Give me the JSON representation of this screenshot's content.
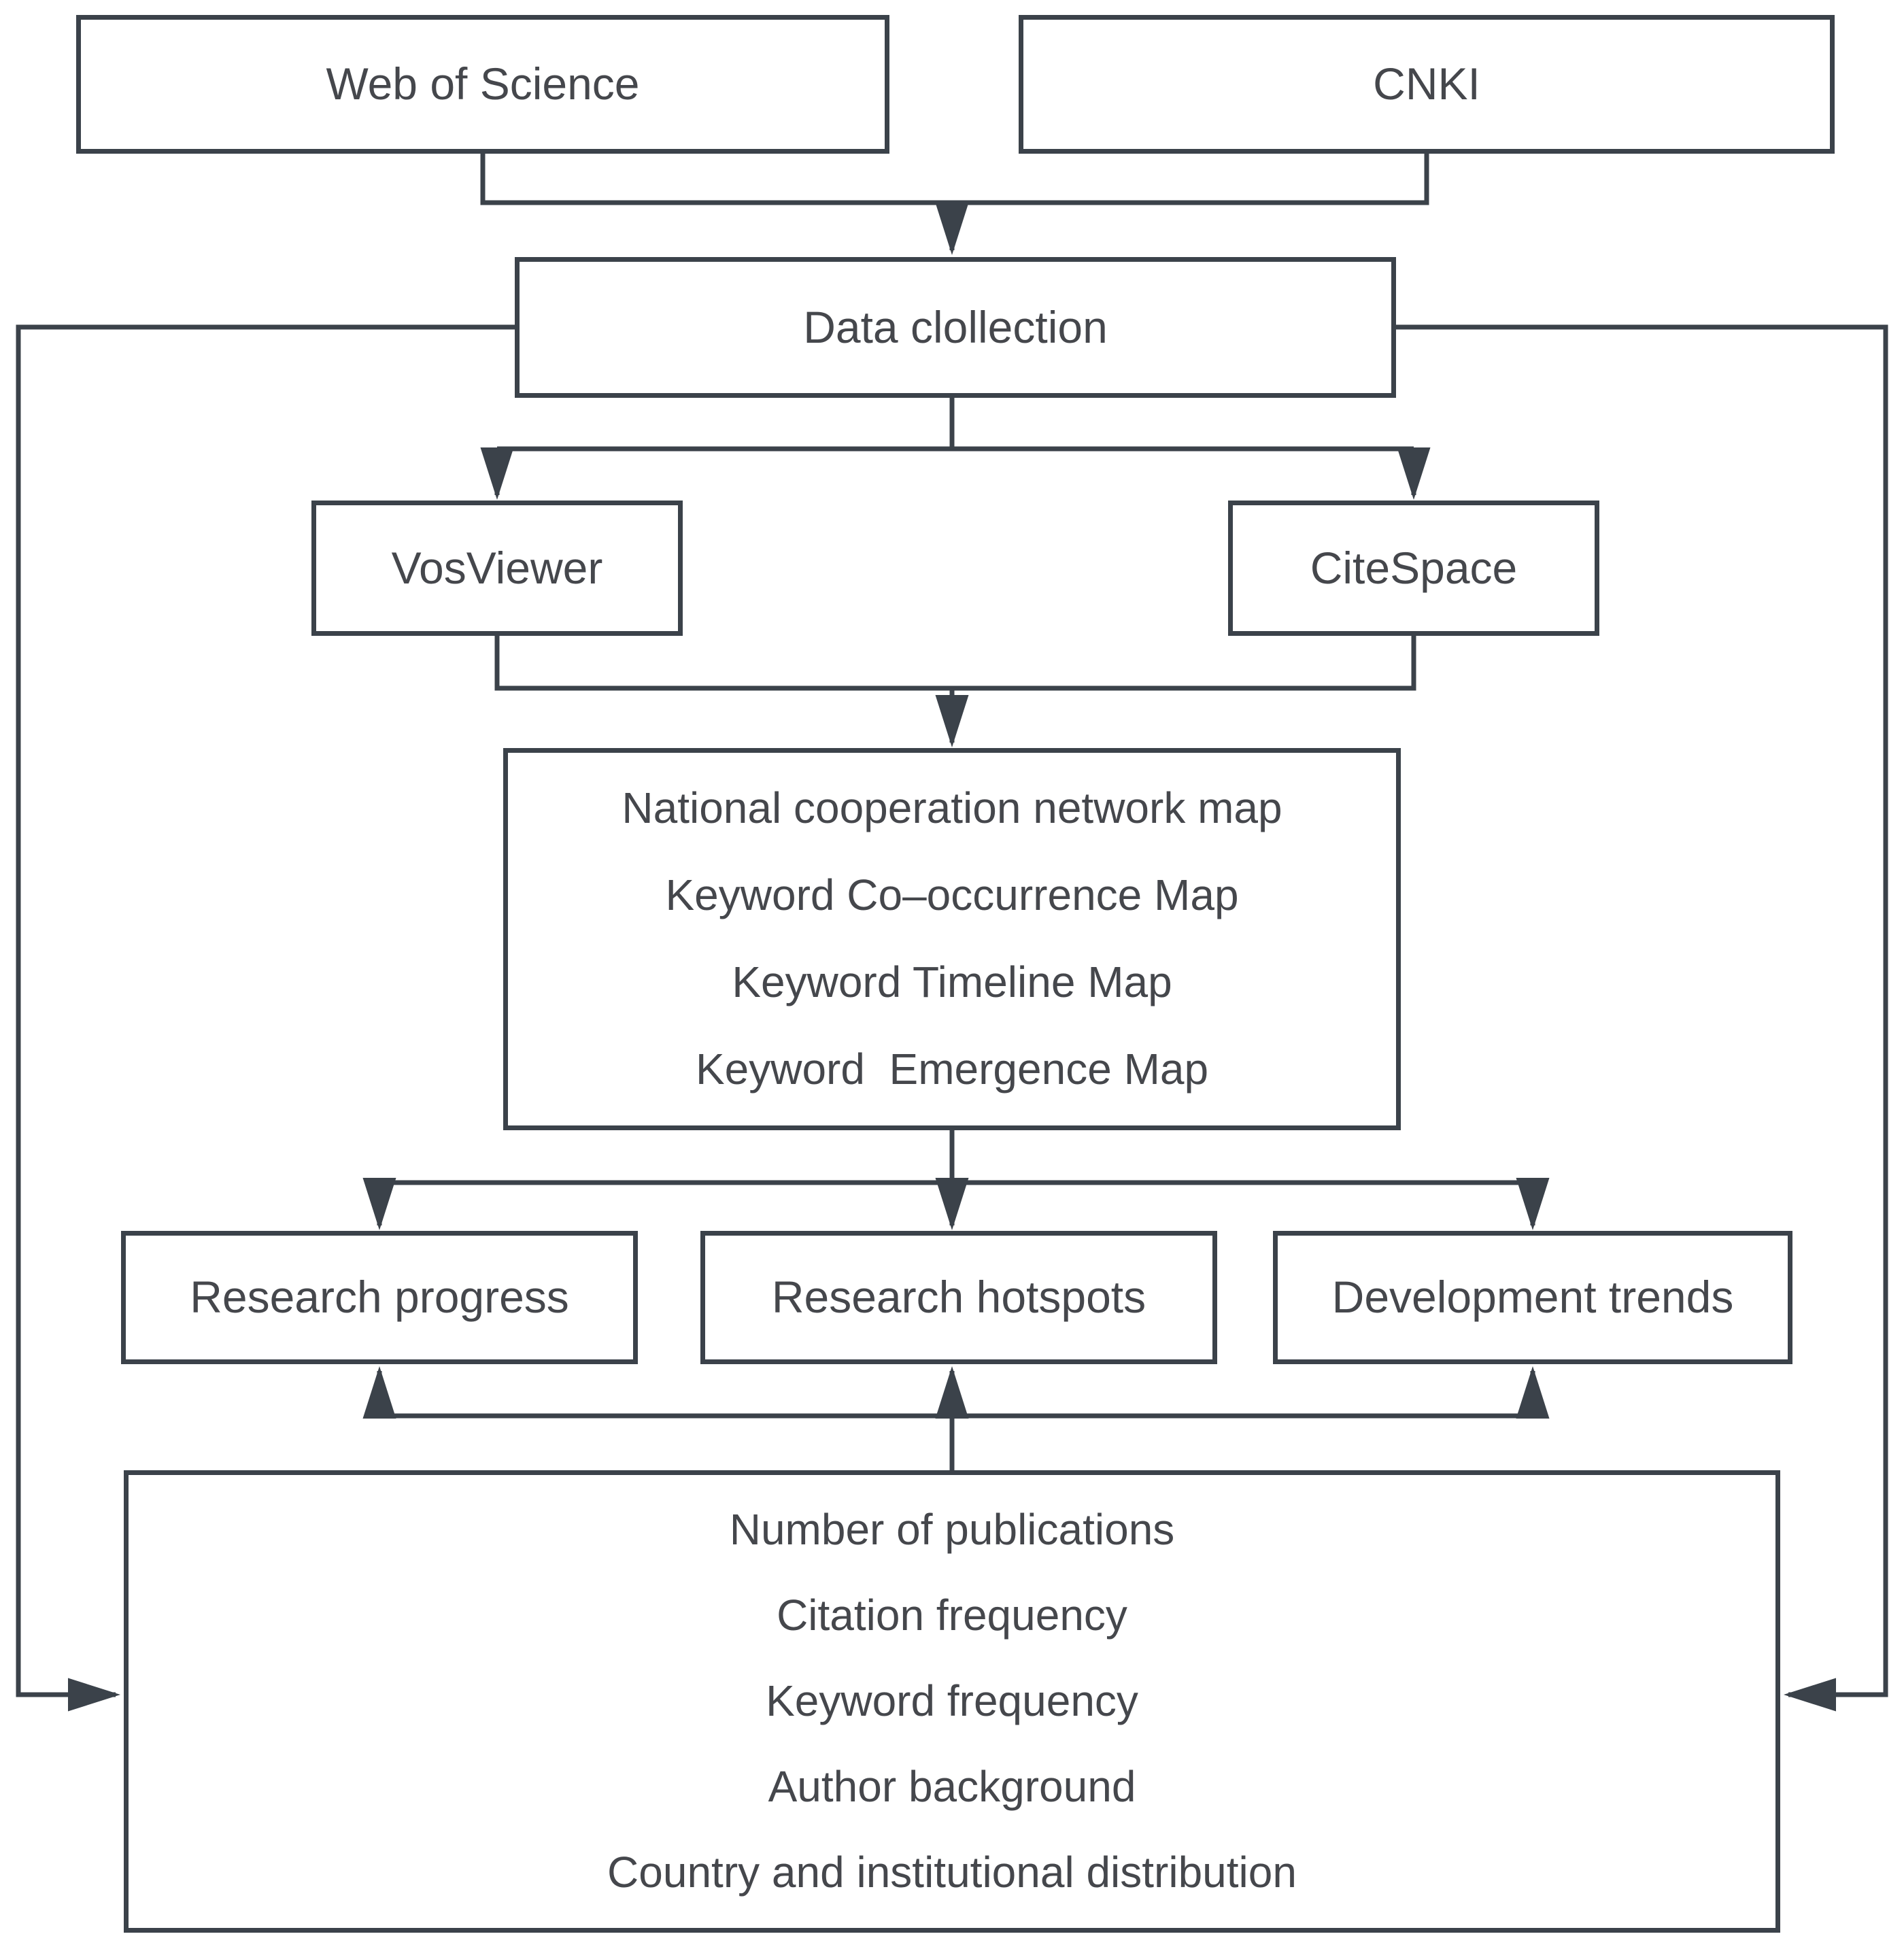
{
  "diagram": {
    "type": "flowchart",
    "colors": {
      "line": "#3b424a",
      "box_border": "#3b424a",
      "text": "#45474c",
      "background": "#ffffff"
    },
    "nodes": {
      "web_of_science": {
        "label": "Web of Science"
      },
      "cnki": {
        "label": "CNKI"
      },
      "data_collection": {
        "label": "Data clollection"
      },
      "vosviewer": {
        "label": "VosViewer"
      },
      "citespace": {
        "label": "CiteSpace"
      },
      "analysis_maps": {
        "lines": [
          "National cooperation network map",
          "Keyword Co–occurrence Map",
          "Keyword Timeline Map",
          "Keyword  Emergence Map"
        ]
      },
      "research_progress": {
        "label": "Research progress"
      },
      "research_hotspots": {
        "label": "Research hotspots"
      },
      "development_trends": {
        "label": "Development trends"
      },
      "metrics": {
        "lines": [
          "Number of publications",
          "Citation frequency",
          "Keyword frequency",
          "Author background",
          "Country and institutional distribution"
        ]
      }
    },
    "edges": [
      {
        "from": "web_of_science",
        "to": "data_collection",
        "arrow": true
      },
      {
        "from": "cnki",
        "to": "data_collection",
        "arrow": true
      },
      {
        "from": "data_collection",
        "to": "vosviewer",
        "arrow": true
      },
      {
        "from": "data_collection",
        "to": "citespace",
        "arrow": true
      },
      {
        "from": "vosviewer",
        "to": "analysis_maps",
        "arrow": true
      },
      {
        "from": "citespace",
        "to": "analysis_maps",
        "arrow": true
      },
      {
        "from": "analysis_maps",
        "to": "research_progress",
        "arrow": true
      },
      {
        "from": "analysis_maps",
        "to": "research_hotspots",
        "arrow": true
      },
      {
        "from": "analysis_maps",
        "to": "development_trends",
        "arrow": true
      },
      {
        "from": "metrics",
        "to": "research_progress",
        "arrow": true
      },
      {
        "from": "metrics",
        "to": "research_hotspots",
        "arrow": true
      },
      {
        "from": "metrics",
        "to": "development_trends",
        "arrow": true
      },
      {
        "from": "data_collection",
        "to": "metrics",
        "via": "left-rail",
        "arrow": true
      },
      {
        "from": "data_collection",
        "to": "metrics",
        "via": "right-rail",
        "arrow": true
      }
    ]
  }
}
